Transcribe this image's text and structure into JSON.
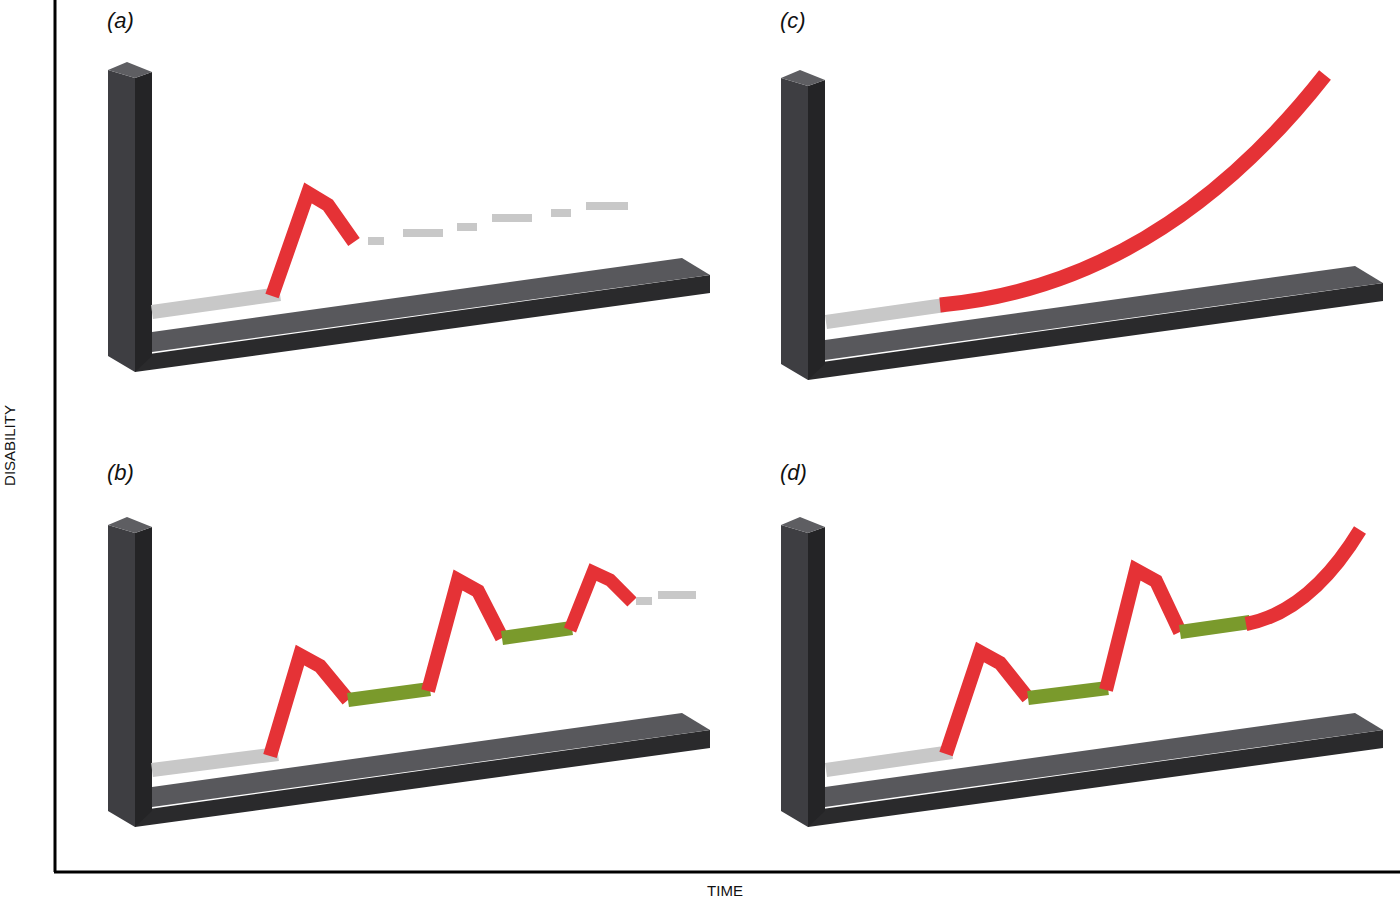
{
  "diagram": {
    "labels": [
      "(a)",
      "(c)",
      "DISABILITY",
      "(b)",
      "(d)",
      "TIME"
    ]
  }
}
